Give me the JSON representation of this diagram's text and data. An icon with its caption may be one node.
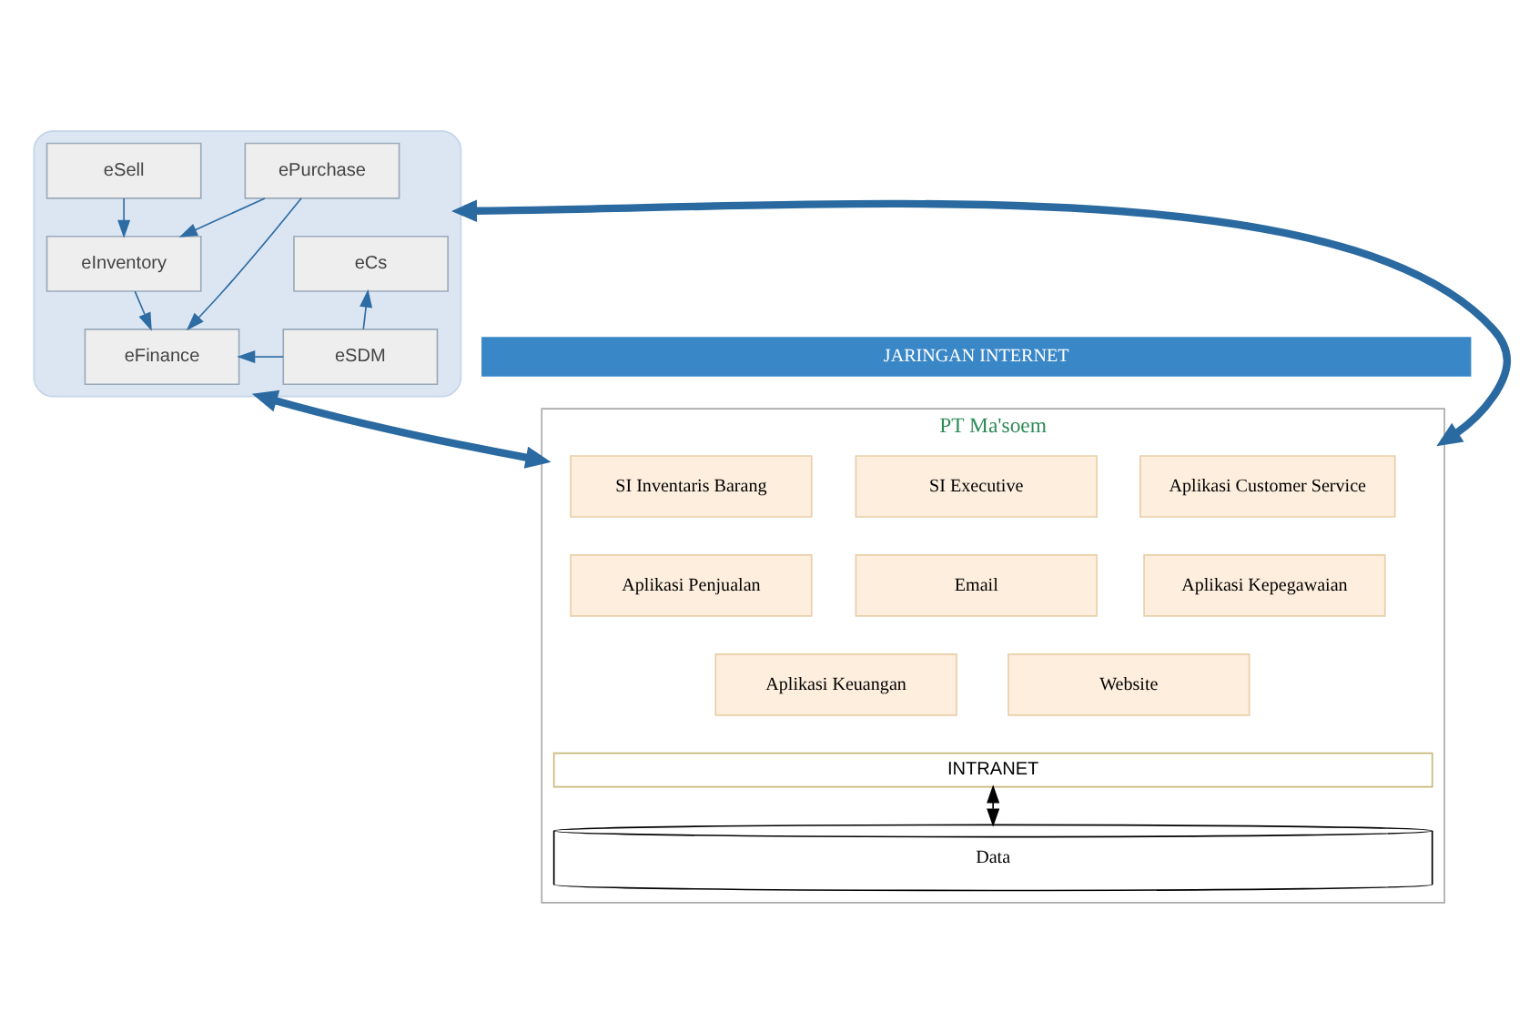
{
  "diagram": {
    "nodes": [
      {
        "text": [],
        "shape": "cloud"
      },
      {
        "text": [
          "ePurchase"
        ],
        "in": 0
      },
      {
        "text": [
          "eInventory"
        ],
        "in": 0
      },
      {
        "text": [
          "eFinance"
        ],
        "in": 0
      },
      {
        "text": [
          "eSell"
        ],
        "in": 0
      },
      {
        "text": [
          "eSDM"
        ],
        "in": 0
      },
      {
        "text": [
          "eCs"
        ],
        "in": 0
      },
      {
        "text": [
          "JARINGAN INTERNET"
        ]
      },
      {
        "text": [
          "PT Ma'soem"
        ]
      },
      {
        "text": [
          "Aplikasi Customer Service"
        ],
        "in": 8
      },
      {
        "text": [
          "SI Executive"
        ],
        "in": 8
      },
      {
        "text": [
          "SI Inventaris Barang"
        ],
        "in": 8
      },
      {
        "text": [
          "Aplikasi Kepegawaian"
        ],
        "in": 8
      },
      {
        "text": [
          "Email"
        ],
        "in": 8
      },
      {
        "text": [
          "Aplikasi Penjualan"
        ],
        "in": 8
      },
      {
        "text": [
          "Website"
        ],
        "in": 8
      },
      {
        "text": [
          "Aplikasi Keuangan"
        ],
        "in": 8
      },
      {
        "text": [
          "INTRANET"
        ],
        "in": 8
      },
      {
        "text": [
          "Data"
        ],
        "in": 8
      }
    ],
    "edges": [
      {
        "from": 1,
        "to": 3,
        "arrow": "to"
      },
      {
        "from": 1,
        "to": 2,
        "arrow": "to"
      },
      {
        "from": 2,
        "to": 3,
        "arrow": "to"
      },
      {
        "from": 4,
        "to": 2,
        "arrow": "to"
      },
      {
        "from": 5,
        "to": 3,
        "arrow": "to"
      },
      {
        "from": 5,
        "to": 6,
        "arrow": "to"
      },
      {
        "from": 0,
        "to": 8,
        "arrow": "both",
        "style": "thick"
      },
      {
        "from": 0,
        "to": 8,
        "arrow": "both",
        "style": "thick"
      },
      {
        "from": 17,
        "to": 18,
        "arrow": "both",
        "color": "#000000"
      }
    ]
  }
}
